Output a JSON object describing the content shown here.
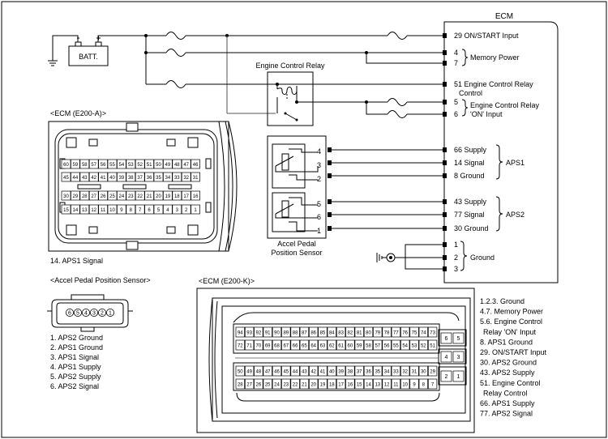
{
  "ecm": {
    "title": "ECM",
    "pins_top": [
      {
        "pin": "29",
        "label": "ON/START Input"
      },
      {
        "pin": "4",
        "label": ""
      },
      {
        "pin": "7",
        "label": ""
      },
      {
        "pin": "51",
        "label": "Engine Control Relay"
      },
      {
        "pin": "5",
        "label": ""
      },
      {
        "pin": "6",
        "label": ""
      }
    ],
    "memory_power_label": "Memory Power",
    "control_label": "Control",
    "ecr_on_label_1": "Engine Control Relay",
    "ecr_on_label_2": "'ON' Input",
    "aps1_pins": [
      {
        "pin": "66",
        "label": "Supply"
      },
      {
        "pin": "14",
        "label": "Signal"
      },
      {
        "pin": "8",
        "label": "Ground"
      }
    ],
    "aps1_label": "APS1",
    "aps2_pins": [
      {
        "pin": "43",
        "label": "Supply"
      },
      {
        "pin": "77",
        "label": "Signal"
      },
      {
        "pin": "30",
        "label": "Ground"
      }
    ],
    "aps2_label": "APS2",
    "ground_pins": [
      "1",
      "2",
      "3"
    ],
    "ground_label": "Ground"
  },
  "battery": {
    "label": "BATT."
  },
  "relay": {
    "label": "Engine Control Relay"
  },
  "sensor": {
    "pins": [
      "4",
      "3",
      "2",
      "5",
      "6",
      "1"
    ],
    "label_1": "Accel Pedal",
    "label_2": "Position Sensor"
  },
  "connector_a": {
    "title": "<ECM (E200-A)>",
    "row1": [
      "60",
      "59",
      "58",
      "57",
      "56",
      "55",
      "54",
      "53",
      "52",
      "51",
      "50",
      "49",
      "48",
      "47",
      "46"
    ],
    "row2": [
      "45",
      "44",
      "43",
      "42",
      "41",
      "40",
      "39",
      "38",
      "37",
      "36",
      "35",
      "34",
      "33",
      "32",
      "31"
    ],
    "row3": [
      "30",
      "29",
      "28",
      "27",
      "26",
      "25",
      "24",
      "23",
      "22",
      "21",
      "20",
      "19",
      "18",
      "17",
      "16"
    ],
    "row4": [
      "15",
      "14",
      "13",
      "12",
      "11",
      "10",
      "9",
      "8",
      "7",
      "6",
      "5",
      "4",
      "3",
      "2",
      "1"
    ],
    "caption": "14. APS1 Signal"
  },
  "sensor_connector": {
    "title": "<Accel Pedal Position Sensor>",
    "pins": [
      "6",
      "5",
      "4",
      "3",
      "2",
      "1"
    ],
    "legend": [
      "1. APS2 Ground",
      "2. APS1 Ground",
      "3. APS1 Signal",
      "4. APS1 Supply",
      "5. APS2 Supply",
      "6. APS2 Signal"
    ]
  },
  "connector_k": {
    "title": "<ECM (E200-K)>",
    "row1": [
      "94",
      "93",
      "92",
      "91",
      "90",
      "89",
      "88",
      "87",
      "86",
      "85",
      "84",
      "83",
      "82",
      "81",
      "80",
      "79",
      "78",
      "77",
      "76",
      "75",
      "74",
      "73"
    ],
    "row2": [
      "72",
      "71",
      "70",
      "69",
      "68",
      "67",
      "66",
      "65",
      "64",
      "63",
      "62",
      "61",
      "60",
      "59",
      "58",
      "57",
      "56",
      "55",
      "54",
      "53",
      "52",
      "51"
    ],
    "row3": [
      "50",
      "49",
      "48",
      "47",
      "46",
      "45",
      "44",
      "43",
      "42",
      "41",
      "40",
      "39",
      "38",
      "37",
      "36",
      "35",
      "34",
      "33",
      "32",
      "31",
      "30",
      "29"
    ],
    "row4": [
      "28",
      "27",
      "26",
      "25",
      "24",
      "23",
      "22",
      "21",
      "20",
      "19",
      "18",
      "17",
      "16",
      "15",
      "14",
      "13",
      "12",
      "11",
      "10",
      "9",
      "8",
      "7"
    ],
    "side_top": [
      "6",
      "5"
    ],
    "side_mid": [
      "4",
      "3"
    ],
    "side_bot": [
      "2",
      "1"
    ],
    "legend": [
      "1.2.3. Ground",
      "4.7. Memory Power",
      "5.6. Engine Control",
      "Relay 'ON' Input",
      "8. APS1 Ground",
      "29. ON/START Input",
      "30. APS2 Ground",
      "43. APS2 Supply",
      "51. Engine Control",
      "Relay Control",
      "66. APS1 Supply",
      "77. APS2 Signal"
    ]
  }
}
